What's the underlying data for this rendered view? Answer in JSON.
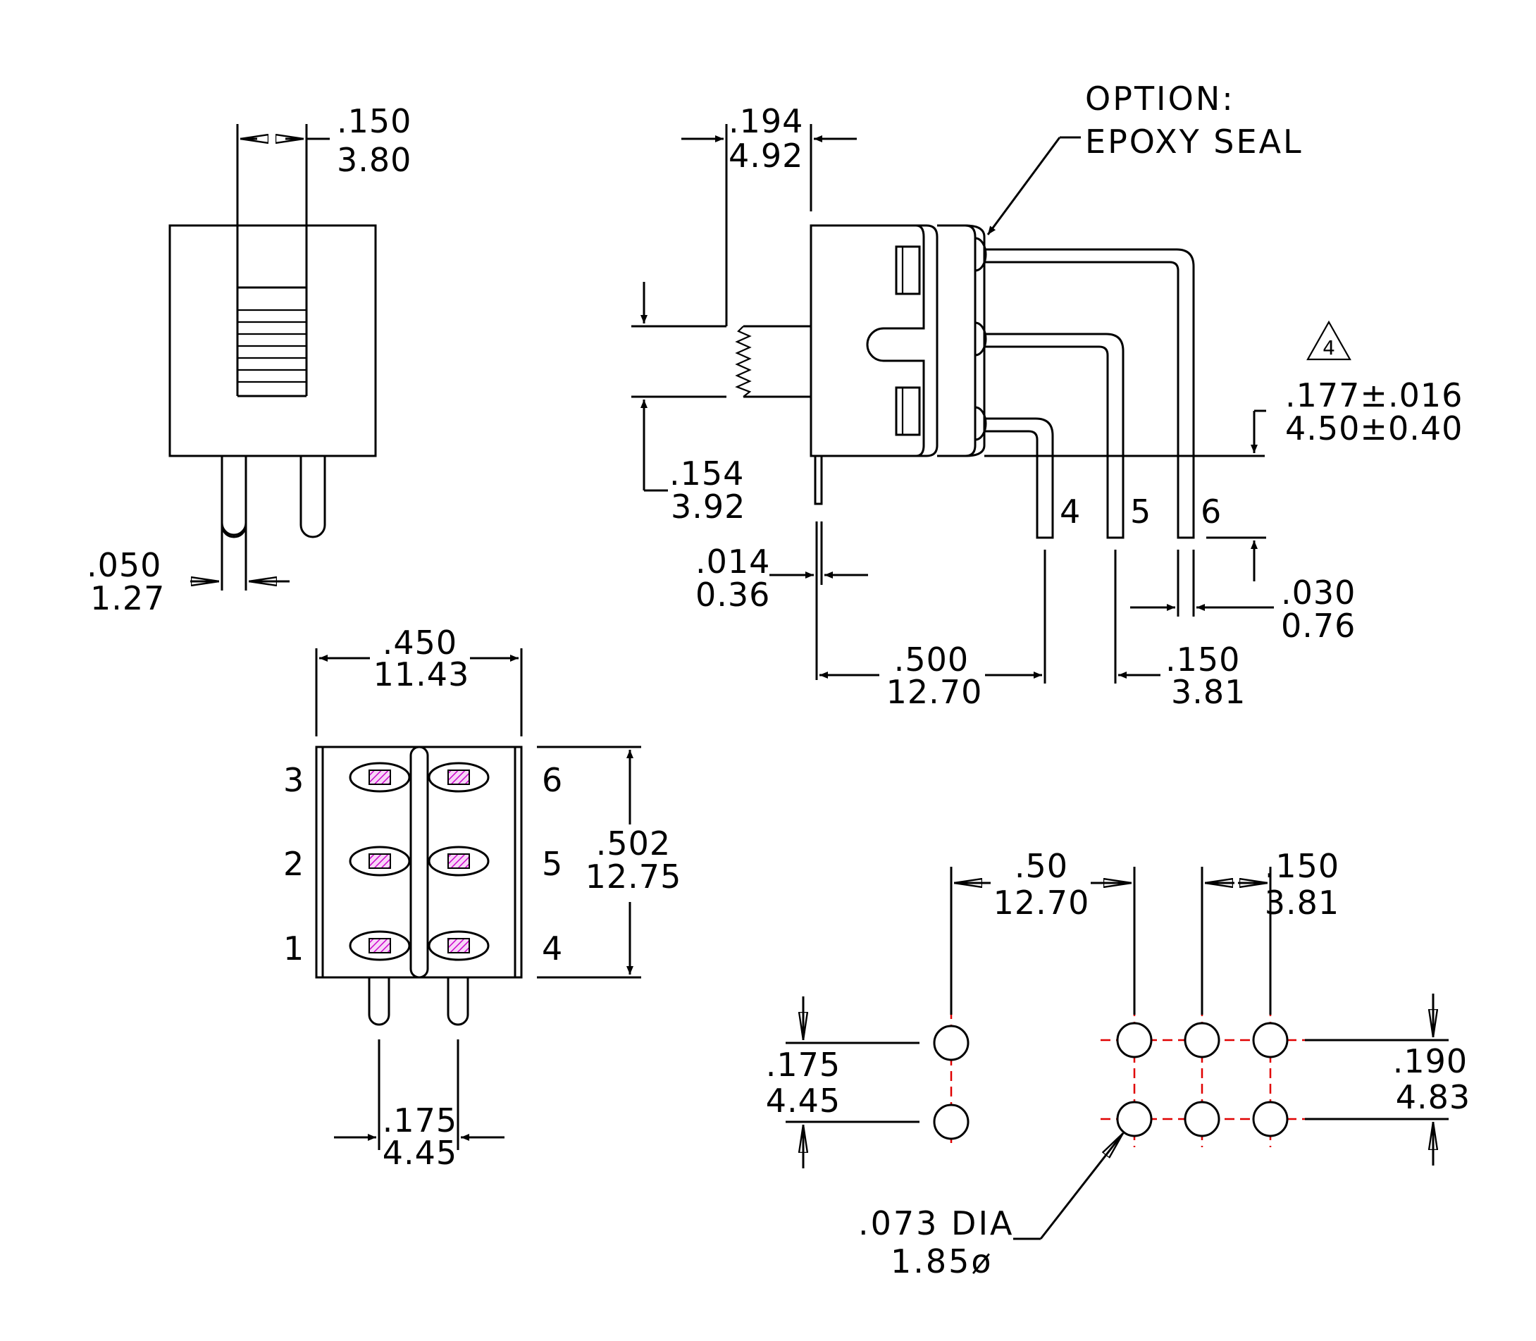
{
  "top_view": {
    "dim_actuator_width": [
      ".150",
      "3.80"
    ],
    "dim_pin_width": [
      ".050",
      "1.27"
    ]
  },
  "side_view": {
    "dim_actuator_travel": [
      ".194",
      "4.92"
    ],
    "dim_actuator_height": [
      ".154",
      "3.92"
    ],
    "dim_body_standoff": [
      ".177±.016",
      "4.50±0.40"
    ],
    "dim_mount_pin_thickness": [
      ".014",
      "0.36"
    ],
    "dim_pin_thickness": [
      ".030",
      "0.76"
    ],
    "dim_first_pin_distance": [
      ".500",
      "12.70"
    ],
    "dim_pin_pitch": [
      ".150",
      "3.81"
    ],
    "option_note": [
      "OPTION:",
      "EPOXY SEAL"
    ],
    "note_flag": "4",
    "pin_labels": [
      "4",
      "5",
      "6"
    ]
  },
  "bottom_view": {
    "dim_width": [
      ".450",
      "11.43"
    ],
    "dim_height": [
      ".502",
      "12.75"
    ],
    "dim_mount_pin_spacing": [
      ".175",
      "4.45"
    ],
    "left_pin_labels": [
      "3",
      "2",
      "1"
    ],
    "right_pin_labels": [
      "6",
      "5",
      "4"
    ],
    "pad_hatch_color": "#cc00cc"
  },
  "pcb_layout": {
    "dim_mount_to_terminal": [
      ".50",
      "12.70"
    ],
    "dim_terminal_pitch": [
      ".150",
      "3.81"
    ],
    "dim_mount_row_spacing": [
      ".175",
      "4.45"
    ],
    "dim_terminal_row_spacing": [
      ".190",
      "4.83"
    ],
    "dim_hole": [
      ".073 DIA",
      "1.85ø"
    ],
    "centerline_color": "#e00000"
  }
}
